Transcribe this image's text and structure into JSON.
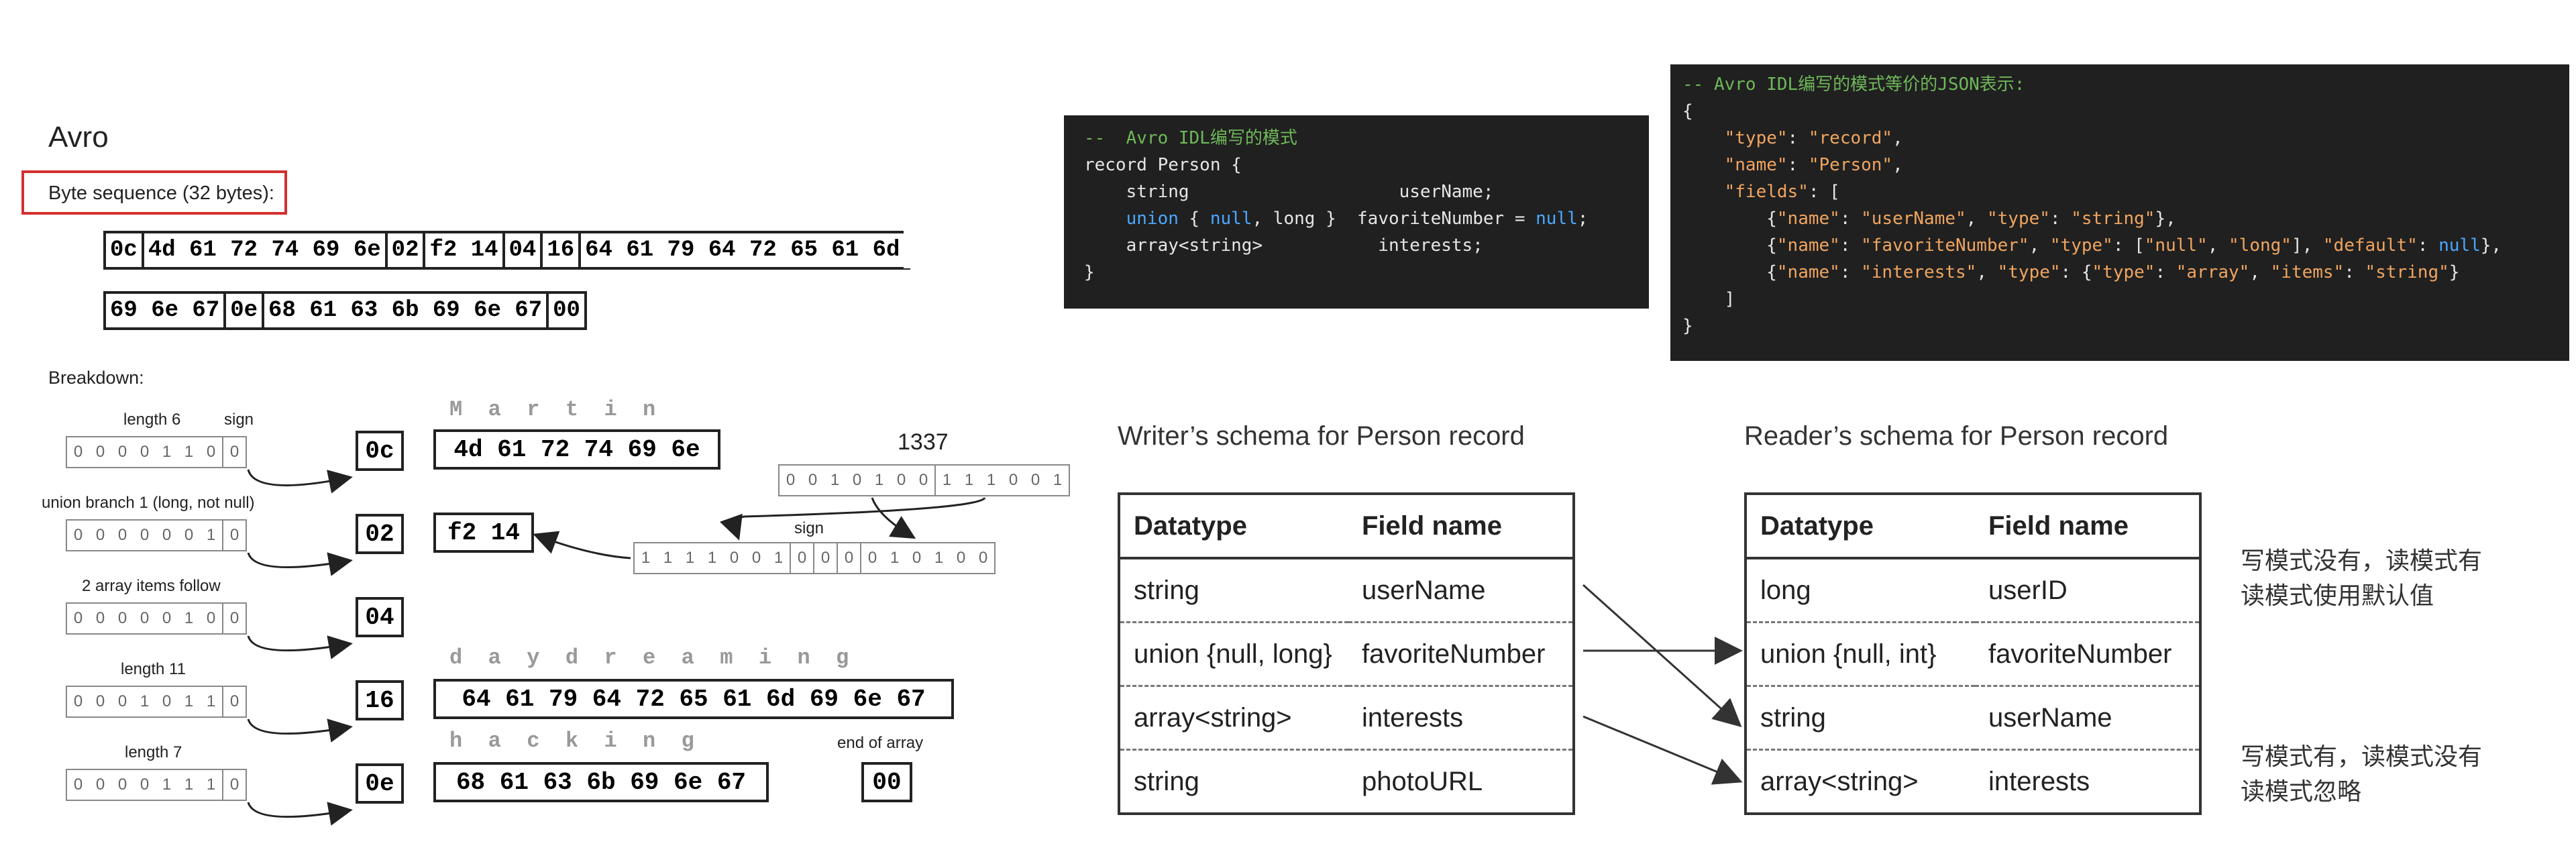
{
  "avro": {
    "title": "Avro",
    "byte_sequence_label": "Byte sequence (32 bytes):",
    "row1": [
      "0c",
      "4d 61 72 74 69 6e",
      "02",
      "f2 14",
      "04",
      "16",
      "64 61 79 64 72 65 61 6d"
    ],
    "row2": [
      "69 6e 67",
      "0e",
      "68 61 63 6b 69 6e 67",
      "00"
    ],
    "breakdown_label": "Breakdown:",
    "rows": [
      {
        "label": "length 6",
        "extra": "sign",
        "bits": [
          "0",
          "0",
          "0",
          "0",
          "1",
          "1",
          "0",
          "0"
        ],
        "hex": "0c",
        "letters": "M  a  r  t  i  n",
        "value_hex": "4d 61 72 74 69 6e"
      },
      {
        "label": "union branch 1 (long, not null)",
        "bits": [
          "0",
          "0",
          "0",
          "0",
          "0",
          "0",
          "1",
          "0"
        ],
        "hex": "02",
        "value_hex": "f2 14"
      },
      {
        "label": "2 array items follow",
        "bits": [
          "0",
          "0",
          "0",
          "0",
          "0",
          "1",
          "0",
          "0"
        ],
        "hex": "04"
      },
      {
        "label": "length 11",
        "bits": [
          "0",
          "0",
          "0",
          "1",
          "0",
          "1",
          "1",
          "0"
        ],
        "hex": "16",
        "letters": "d  a  y  d  r  e  a  m  i  n  g",
        "value_hex": "64 61 79 64 72 65 61 6d 69 6e 67"
      },
      {
        "label": "length 7",
        "bits": [
          "0",
          "0",
          "0",
          "0",
          "1",
          "1",
          "1",
          "0"
        ],
        "hex": "0e",
        "letters": "h  a  c  k  i  n  g",
        "value_hex": "68 61 63 6b 69 6e 67",
        "end_label": "end of array",
        "end_hex": "00"
      }
    ],
    "num_value": "1337",
    "num_bits": [
      "0",
      "0",
      "1",
      "0",
      "1",
      "0",
      "0",
      "1",
      "1",
      "1",
      "0",
      "0",
      "1"
    ],
    "sign_label": "sign",
    "encoded_bits": [
      "1",
      "1",
      "1",
      "1",
      "0",
      "0",
      "1",
      "0",
      "0",
      "0",
      "0",
      "1",
      "0",
      "1",
      "0",
      "0"
    ]
  },
  "idl": {
    "lines": [
      {
        "text": "--  Avro IDL编写的模式",
        "kind": "comment"
      },
      {
        "text": "record Person {",
        "kind": "plain"
      },
      {
        "text": "    string                    userName;",
        "kind": "plain"
      },
      {
        "text": "    union { null, long }  favoriteNumber = null;",
        "kind": "union"
      },
      {
        "text": "    array<string>           interests;",
        "kind": "plain"
      },
      {
        "text": "}",
        "kind": "plain"
      }
    ]
  },
  "json_schema": {
    "lines": [
      {
        "text": "-- Avro IDL编写的模式等价的JSON表示:",
        "kind": "comment"
      },
      {
        "text": "{",
        "kind": "plain"
      },
      {
        "text": "    \"type\": \"record\",",
        "kind": "kv"
      },
      {
        "text": "    \"name\": \"Person\",",
        "kind": "kv"
      },
      {
        "text": "    \"fields\": [",
        "kind": "kv"
      },
      {
        "text": "        {\"name\": \"userName\", \"type\": \"string\"},",
        "kind": "kv"
      },
      {
        "text": "        {\"name\": \"favoriteNumber\", \"type\": [\"null\", \"long\"], \"default\": null},",
        "kind": "kv"
      },
      {
        "text": "        {\"name\": \"interests\", \"type\": {\"type\": \"array\", \"items\": \"string\"}",
        "kind": "kv"
      },
      {
        "text": "    ]",
        "kind": "plain"
      },
      {
        "text": "}",
        "kind": "plain"
      }
    ]
  },
  "writer": {
    "title": "Writer’s schema for Person record",
    "headers": [
      "Datatype",
      "Field name"
    ],
    "rows": [
      [
        "string",
        "userName"
      ],
      [
        "union {null, long}",
        "favoriteNumber"
      ],
      [
        "array<string>",
        "interests"
      ],
      [
        "string",
        "photoURL"
      ]
    ]
  },
  "reader": {
    "title": "Reader’s schema for Person record",
    "headers": [
      "Datatype",
      "Field name"
    ],
    "rows": [
      [
        "long",
        "userID"
      ],
      [
        "union {null, int}",
        "favoriteNumber"
      ],
      [
        "string",
        "userName"
      ],
      [
        "array<string>",
        "interests"
      ]
    ]
  },
  "notes": {
    "top_line1": "写模式没有，读模式有",
    "top_line2": "读模式使用默认值",
    "bottom_line1": "写模式有，读模式没有",
    "bottom_line2": "读模式忽略"
  }
}
